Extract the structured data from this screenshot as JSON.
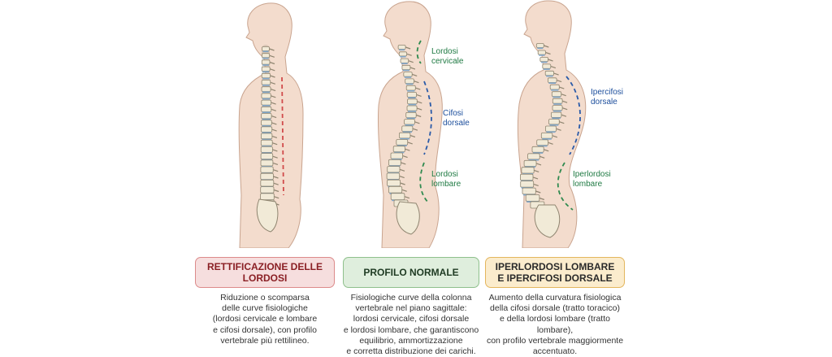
{
  "figures": [
    {
      "title": "RETTIFICAZIONE DELLE LORDOSI",
      "description": "Riduzione o scomparsa\ndelle curve fisiologiche\n(lordosi cervicale e lombare\ne cifosi dorsale), con profilo\nvertebrale più rettilineo.",
      "dash_color": "#d14b4b"
    },
    {
      "title": "PROFILO NORMALE",
      "description": "Fisiologiche curve della colonna\nvertebrale nel piano sagittale:\nlordosi cervicale, cifosi dorsale\ne lordosi lombare, che garantiscono\nequilibrio, ammortizzazione\ne corretta distribuzione dei carichi.",
      "labels": {
        "lordosi_cervicale": "Lordosi\ncervicale",
        "cifosi_dorsale": "Cifosi\ndorsale",
        "lordosi_lombare": "Lordosi\nlombare"
      }
    },
    {
      "title": "IPERLORDOSI LOMBARE\nE IPERCIFOSI DORSALE",
      "description": "Aumento della curvatura fisiologica\ndella cifosi dorsale (tratto toracico)\ne della lordosi lombare (tratto lombare),\ncon profilo vertebrale maggiormente\naccentuato.",
      "labels": {
        "ipercifosi_dorsale": "Ipercifosi\ndorsale",
        "iperlordosi_lombare": "Iperlordosi\nlombare"
      }
    }
  ],
  "colors": {
    "skin": "#f3dccd",
    "skin_outline": "#c9a48f",
    "bone": "#f1ead7",
    "bone_outline": "#8f8570",
    "disc": "#7fa6c9",
    "green_dash": "#2f8a4f",
    "blue_dash": "#2a5aa8",
    "red_dash": "#d14b4b"
  }
}
